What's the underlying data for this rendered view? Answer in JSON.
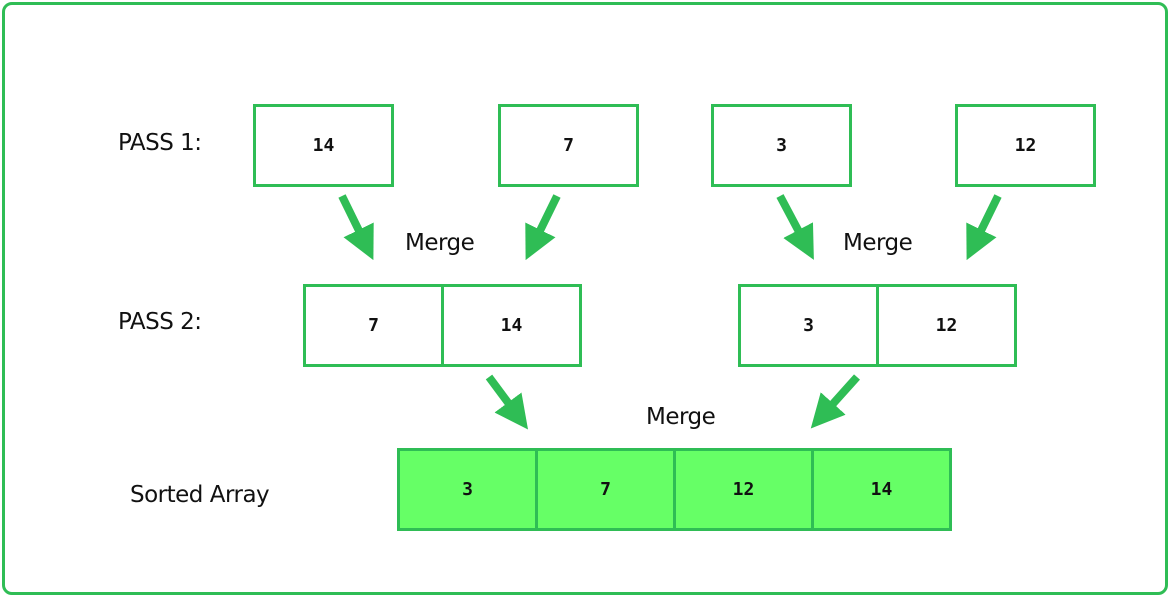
{
  "labels": {
    "pass1": "PASS 1:",
    "pass2": "PASS 2:",
    "sorted": "Sorted Array"
  },
  "pass1": [
    "14",
    "7",
    "3",
    "12"
  ],
  "pass2": {
    "left": [
      "7",
      "14"
    ],
    "right": [
      "3",
      "12"
    ]
  },
  "sorted": [
    "3",
    "7",
    "12",
    "14"
  ],
  "merge_labels": [
    "Merge",
    "Merge",
    "Merge"
  ],
  "colors": {
    "accent": "#2fbd55",
    "sorted_fill": "#66ff66",
    "text": "#111111"
  }
}
